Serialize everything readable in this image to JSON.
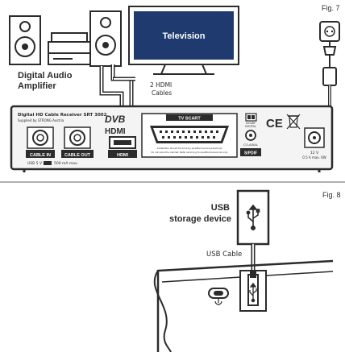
{
  "fig7": {
    "label": "Fig. 7",
    "amplifier_label_line1": "Digital Audio",
    "amplifier_label_line2": "Amplifier",
    "tv_label": "Television",
    "cable_label_line1": "2 HDMI",
    "cable_label_line2": "Cables",
    "receiver": {
      "model_line1": "Digital HD Cable Receiver SRT 3002",
      "model_line2": "Supplied by STRONG Austria",
      "dvb_logo": "DVB",
      "hdmi_logo": "HDMI",
      "port_cable_in": "CABLE IN",
      "port_cable_out": "CABLE OUT",
      "port_hdmi": "HDMI",
      "scart_label": "TV SCART",
      "scart_note_line1": "Installation should be done by qualified service personnel",
      "scart_note_line2": "Do not open the cabinet. Refer servicing to qualified personnel only.",
      "dolby_line1": "DOLBY",
      "dolby_line2": "DIGITAL",
      "spdif_label": "CO-AXIAL",
      "spdif_port": "S/PDIF",
      "ce_mark": "CE",
      "usb_rating": "USB 5 V",
      "usb_rating_current": "500 mA max.",
      "power_line1": "12 V",
      "power_line2": "0.5 A max. 6W"
    }
  },
  "fig8": {
    "label": "Fig. 8",
    "usb_label_line1": "USB",
    "usb_label_line2": "storage device",
    "cable_label": "USB Cable"
  },
  "colors": {
    "tv_screen": "#1e3a6e",
    "line": "#2b2b2b",
    "receiver_body": "#f4f4f4"
  }
}
